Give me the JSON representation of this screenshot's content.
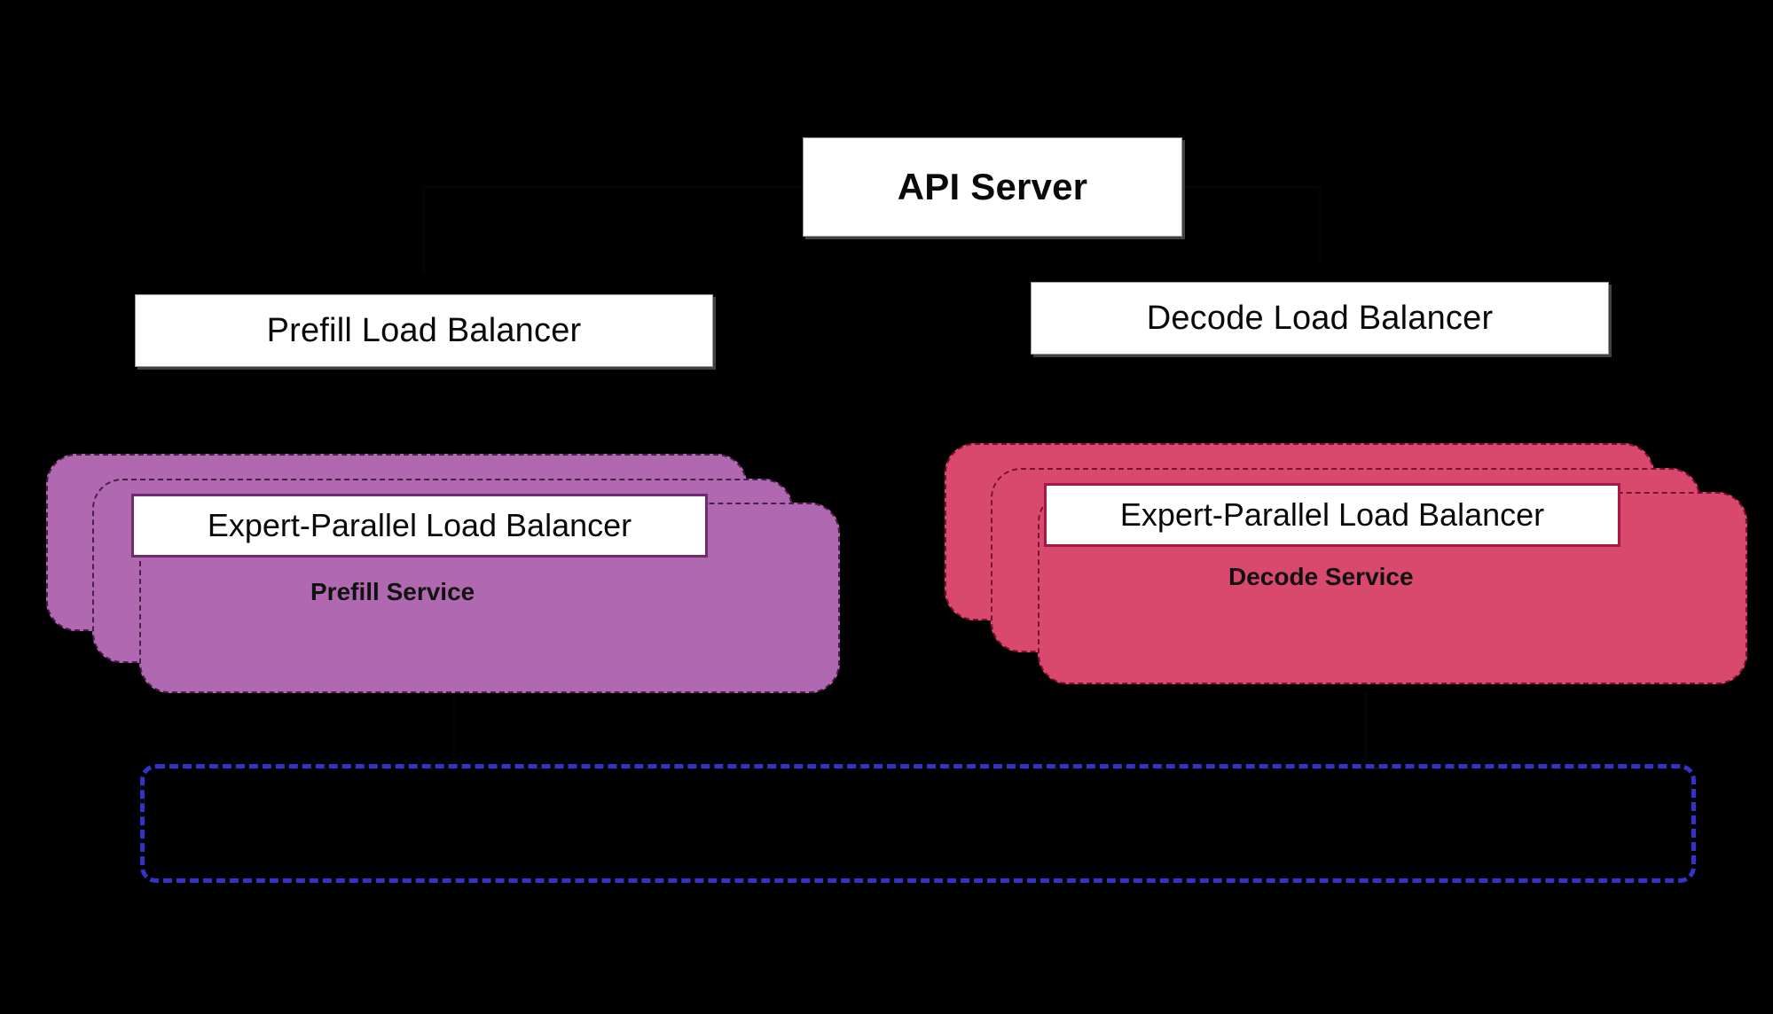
{
  "diagram": {
    "background_color": "#000000",
    "title_node": {
      "label": "API Server"
    },
    "load_balancers": [
      {
        "name": "prefill-load-balancer",
        "label": "Prefill Load Balancer"
      },
      {
        "name": "decode-load-balancer",
        "label": "Decode Load Balancer"
      }
    ],
    "services": [
      {
        "name": "prefill-service",
        "label": "Prefill Service",
        "inner_box_label": "Expert-Parallel Load Balancer",
        "color": "#b069b0",
        "border_color": "#4a1f4a",
        "replica_count": 3
      },
      {
        "name": "decode-service",
        "label": "Decode Service",
        "inner_box_label": "Expert-Parallel Load Balancer",
        "color": "#d9496e",
        "border_color": "#7d1030",
        "replica_count": 3
      }
    ],
    "bottom_container": {
      "name": "kv-transfer-container",
      "label": "",
      "border_color": "#3333cc",
      "border_style": "dashed"
    },
    "arrow_color": "#000000"
  }
}
